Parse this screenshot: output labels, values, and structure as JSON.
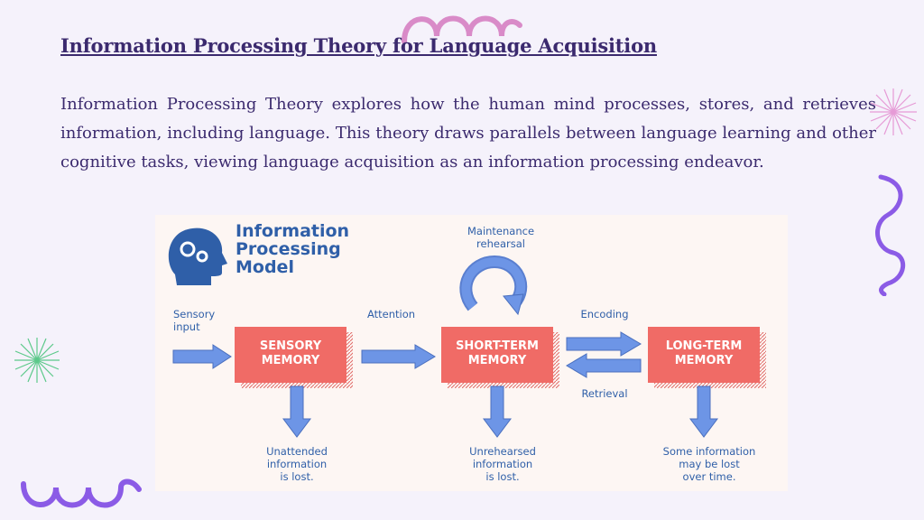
{
  "slide": {
    "title": "Information Processing Theory for Language Acquisition",
    "paragraph": "Information Processing Theory explores how the human mind processes, stores, and retrieves information, including language. This theory draws parallels between language learning and other cognitive tasks, viewing language acquisition as an information processing endeavor."
  },
  "diagram": {
    "heading_lines": [
      "Information",
      "Processing",
      "Model"
    ],
    "sensory_input_lines": [
      "Sensory",
      "input"
    ],
    "attention": "Attention",
    "maintenance_lines": [
      "Maintenance",
      "rehearsal"
    ],
    "encoding": "Encoding",
    "retrieval": "Retrieval",
    "boxes": [
      {
        "lines": [
          "SENSORY",
          "MEMORY"
        ]
      },
      {
        "lines": [
          "SHORT-TERM",
          "MEMORY"
        ]
      },
      {
        "lines": [
          "LONG-TERM",
          "MEMORY"
        ]
      }
    ],
    "outcomes": [
      {
        "lines": [
          "Unattended",
          "information",
          "is lost."
        ]
      },
      {
        "lines": [
          "Unrehearsed",
          "information",
          "is lost."
        ]
      },
      {
        "lines": [
          "Some information",
          "may be lost",
          "over time."
        ]
      }
    ]
  },
  "colors": {
    "background": "#f5f2fb",
    "text": "#3b2a6e",
    "memory_box": "#f06b66",
    "arrow_fill": "#6d95e6",
    "diagram_heading": "#2f5fa8"
  }
}
